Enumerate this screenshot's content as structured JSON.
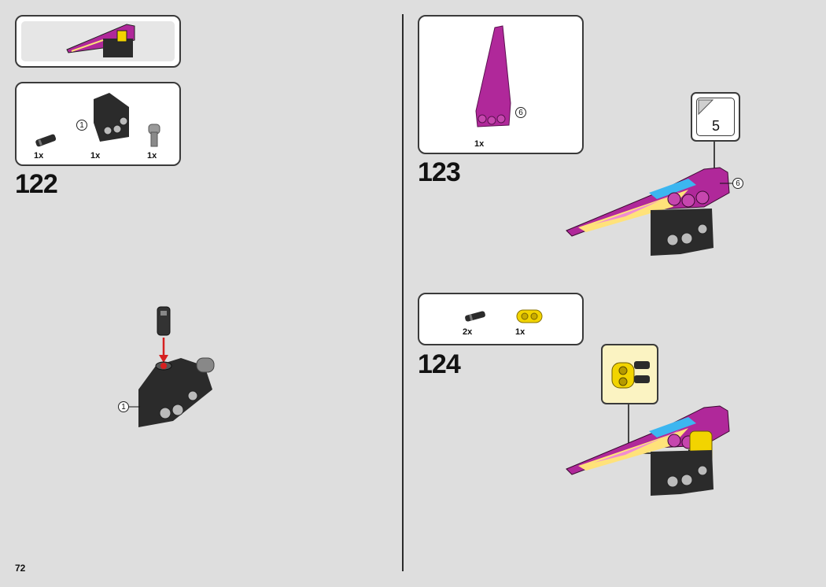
{
  "page": {
    "number": "72"
  },
  "steps": [
    {
      "number": "122",
      "parts": [
        {
          "qty": "1x",
          "name": "black-pin-connector"
        },
        {
          "qty": "1x",
          "name": "black-panel-with-axle-holes",
          "callout": "1"
        },
        {
          "qty": "1x",
          "name": "grey-axle-pin"
        }
      ],
      "model_callout": "1"
    },
    {
      "number": "123",
      "parts": [
        {
          "qty": "1x",
          "name": "magenta-fairing-panel",
          "callout": "6"
        }
      ],
      "subassembly_count": "5",
      "model_callout": "6"
    },
    {
      "number": "124",
      "parts": [
        {
          "qty": "2x",
          "name": "black-pin"
        },
        {
          "qty": "1x",
          "name": "yellow-2x-beam"
        }
      ]
    }
  ],
  "colors": {
    "background": "#dedede",
    "magenta": "#b0289a",
    "black_part": "#2b2b2b",
    "yellow_part": "#f2d400",
    "arrow_red": "#d62020",
    "callout_bg": "#fbf3c2"
  }
}
